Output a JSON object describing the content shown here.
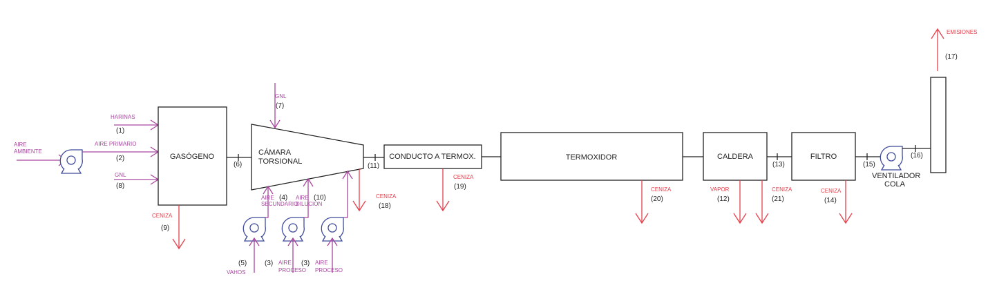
{
  "colors": {
    "input_stream": "#a8469f",
    "output_stream": "#e4404c",
    "fan": "#3f4a9a",
    "line": "#222222"
  },
  "units": {
    "gasogeno": "GASÓGENO",
    "camara": [
      "CÁMARA",
      "TORSIONAL"
    ],
    "conducto": "CONDUCTO A TERMOX.",
    "termoxidor": "TERMOXIDOR",
    "caldera": "CALDERA",
    "filtro": "FILTRO",
    "ventilador": [
      "VENTILADOR",
      "COLA"
    ]
  },
  "streams": {
    "s1": {
      "label": "HARINAS",
      "num": "(1)"
    },
    "s2": {
      "label": "AIRE PRIMARIO",
      "num": "(2)"
    },
    "ambiente": [
      "AIRE",
      "AMBIENTE"
    ],
    "s8": {
      "label": "GNL",
      "num": "(8)"
    },
    "s9": {
      "label": "CENIZA",
      "num": "(9)"
    },
    "s6": {
      "num": "(6)"
    },
    "s7": {
      "label": "GNL",
      "num": "(7)"
    },
    "s4": {
      "label": [
        "AIRE",
        "SECUNDARIO"
      ],
      "num": "(4)"
    },
    "s10": {
      "label": [
        "AIRE",
        "DILUCION"
      ],
      "num": "(10)"
    },
    "s5": {
      "label": "VAHOS",
      "num": "(5)"
    },
    "s3a": {
      "label": [
        "AIRE",
        "PROCESO"
      ],
      "num": "(3)"
    },
    "s3b": {
      "label": [
        "AIRE",
        "PROCESO"
      ],
      "num": "(3)"
    },
    "s18": {
      "label": "CENIZA",
      "num": "(18)"
    },
    "s11": {
      "num": "(11)"
    },
    "s19": {
      "label": "CENIZA",
      "num": "(19)"
    },
    "s20": {
      "label": "CENIZA",
      "num": "(20)"
    },
    "s12": {
      "label": "VAPOR",
      "num": "(12)"
    },
    "s21": {
      "label": "CENIZA",
      "num": "(21)"
    },
    "s13": {
      "num": "(13)"
    },
    "s14": {
      "label": "CENIZA",
      "num": "(14)"
    },
    "s15": {
      "num": "(15)"
    },
    "s16": {
      "num": "(16)"
    },
    "s17": {
      "label": "EMISIONES",
      "num": "(17)"
    }
  }
}
